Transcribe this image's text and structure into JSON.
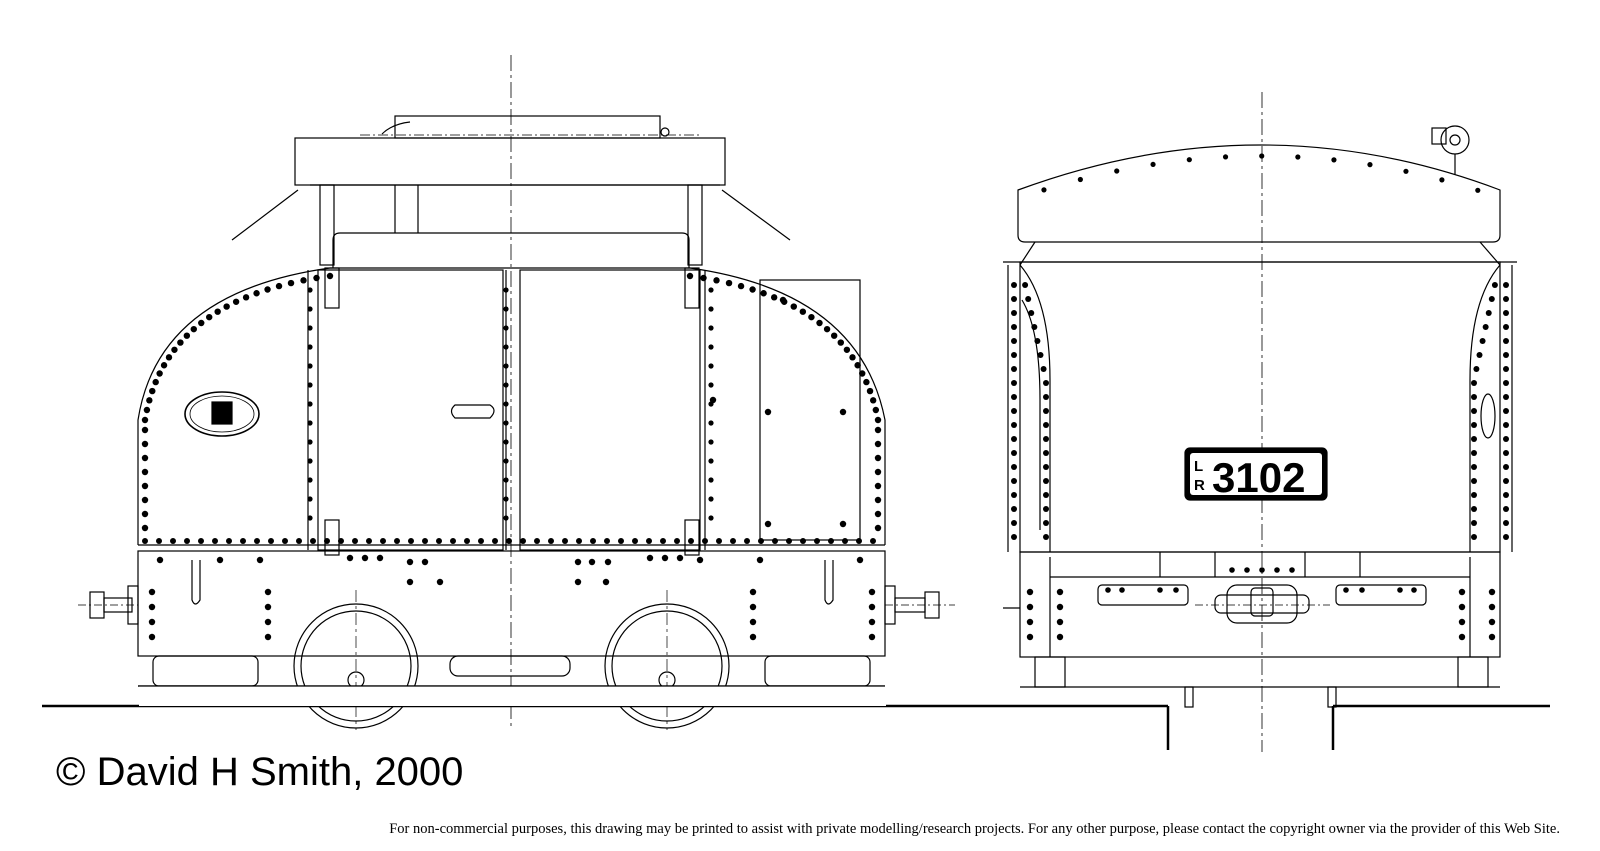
{
  "colors": {
    "ink": "#000000",
    "paper": "#ffffff"
  },
  "copyright": "© David H Smith, 2000",
  "notice": "For non-commercial purposes, this drawing may be printed to assist with private modelling/research projects. For any other purpose, please contact the copyright owner via the provider of this Web Site.",
  "number_plate": {
    "prefix_top": "L",
    "prefix_bottom": "R",
    "number": "3102"
  }
}
